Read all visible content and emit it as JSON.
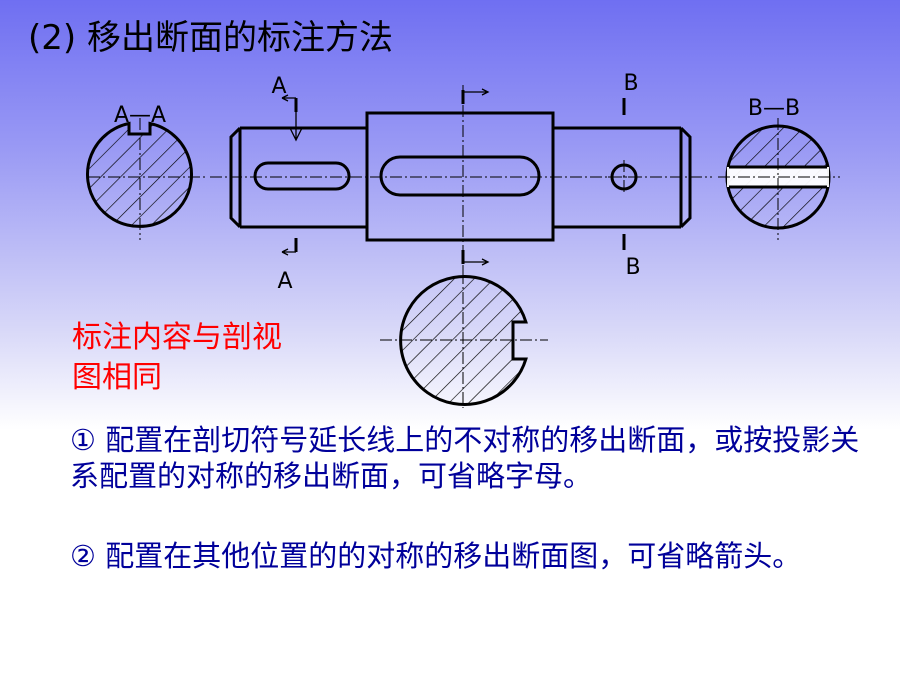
{
  "title": "(2) 移出断面的标注方法",
  "labels": {
    "section_aa": "A—A",
    "section_bb": "B—B",
    "cut_a_top": "A",
    "cut_a_bottom": "A",
    "cut_b_top": "B",
    "cut_b_bottom": "B"
  },
  "note": "标注内容与剖视图相同",
  "rules": [
    "① 配置在剖切符号延长线上的不对称的移出断面，或按投影关系配置的对称的移出断面，可省略字母。",
    "② 配置在其他位置的的对称的移出断面图，可省略箭头。"
  ]
}
